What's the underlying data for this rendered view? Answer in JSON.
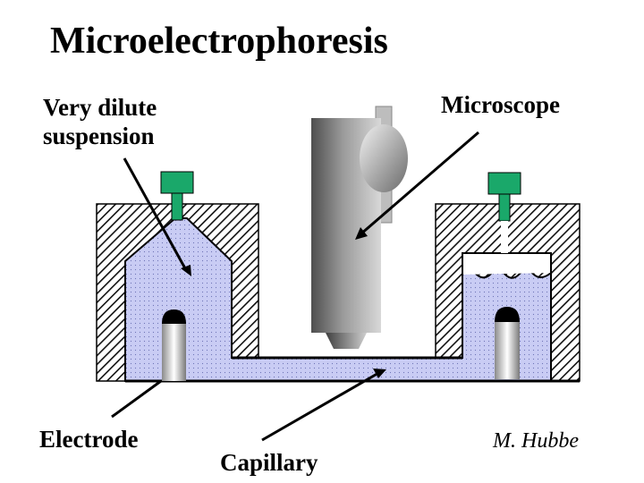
{
  "title": "Microelectrophoresis",
  "labels": {
    "suspension_line1": "Very dilute",
    "suspension_line2": "suspension",
    "microscope": "Microscope",
    "electrode": "Electrode",
    "capillary": "Capillary",
    "author": "M. Hubbe"
  },
  "colors": {
    "suspension_fill": "#c9ccf4",
    "connector_green": "#1aa86a",
    "hatch": "#111111",
    "microscope_dark": "#5a5a5a",
    "microscope_light": "#d6d6d6"
  }
}
